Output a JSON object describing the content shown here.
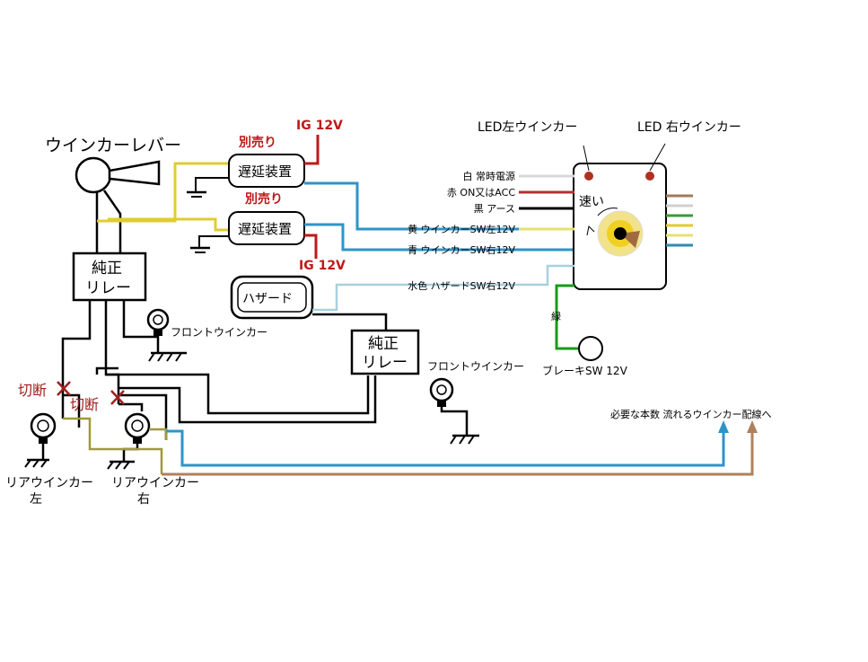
{
  "labels": {
    "lever": "ウインカーレバー",
    "sold_separately_1": "別売り",
    "sold_separately_2": "別売り",
    "delay_1": "遅延装置",
    "delay_2": "遅延装置",
    "ig_1": "IG  12V",
    "ig_2": "IG  12V",
    "relay_1_line1": "純正",
    "relay_1_line2": "リレー",
    "relay_2_line1": "純正",
    "relay_2_line2": "リレー",
    "hazard": "ハザード",
    "front_winker_1": "フロントウインカー",
    "front_winker_2": "フロントウインカー",
    "cut_1": "切断",
    "cut_2": "切断",
    "rear_left_line1": "リアウインカー",
    "rear_left_line2": "左",
    "rear_right_line1": "リアウインカー",
    "rear_right_line2": "右",
    "led_left": "LED左ウインカー",
    "led_right": "LED 右ウインカー",
    "speed": "速い",
    "brake": "ブレーキSW   12V",
    "green": "緑",
    "needed": "必要な本数 流れるウインカー配線へ"
  },
  "wires": [
    {
      "label": "白  常時電源",
      "color": "#d9d9d9"
    },
    {
      "label": "赤  ON又はACC",
      "color": "#b03030"
    },
    {
      "label": "黒  アース",
      "color": "#000000"
    },
    {
      "label": "黄  ウインカーSW左12V",
      "color": "#e8e070"
    },
    {
      "label": "青  ウインカーSW右12V",
      "color": "#2f8ab0"
    },
    {
      "label": "水色 ハザードSW右12V",
      "color": "#a8d0e0"
    }
  ],
  "right_wire_colors": [
    "#a0785a",
    "#d0d0d0",
    "#3a9a3a",
    "#e8e070",
    "#2f8ab0"
  ],
  "colors": {
    "yellow": "#e0cc30",
    "blue": "#2e94c8",
    "red": "#c01818",
    "brown": "#b0805a",
    "olive": "#a09a38",
    "lightblue": "#a8d0e0",
    "green": "#1a9a1a"
  }
}
